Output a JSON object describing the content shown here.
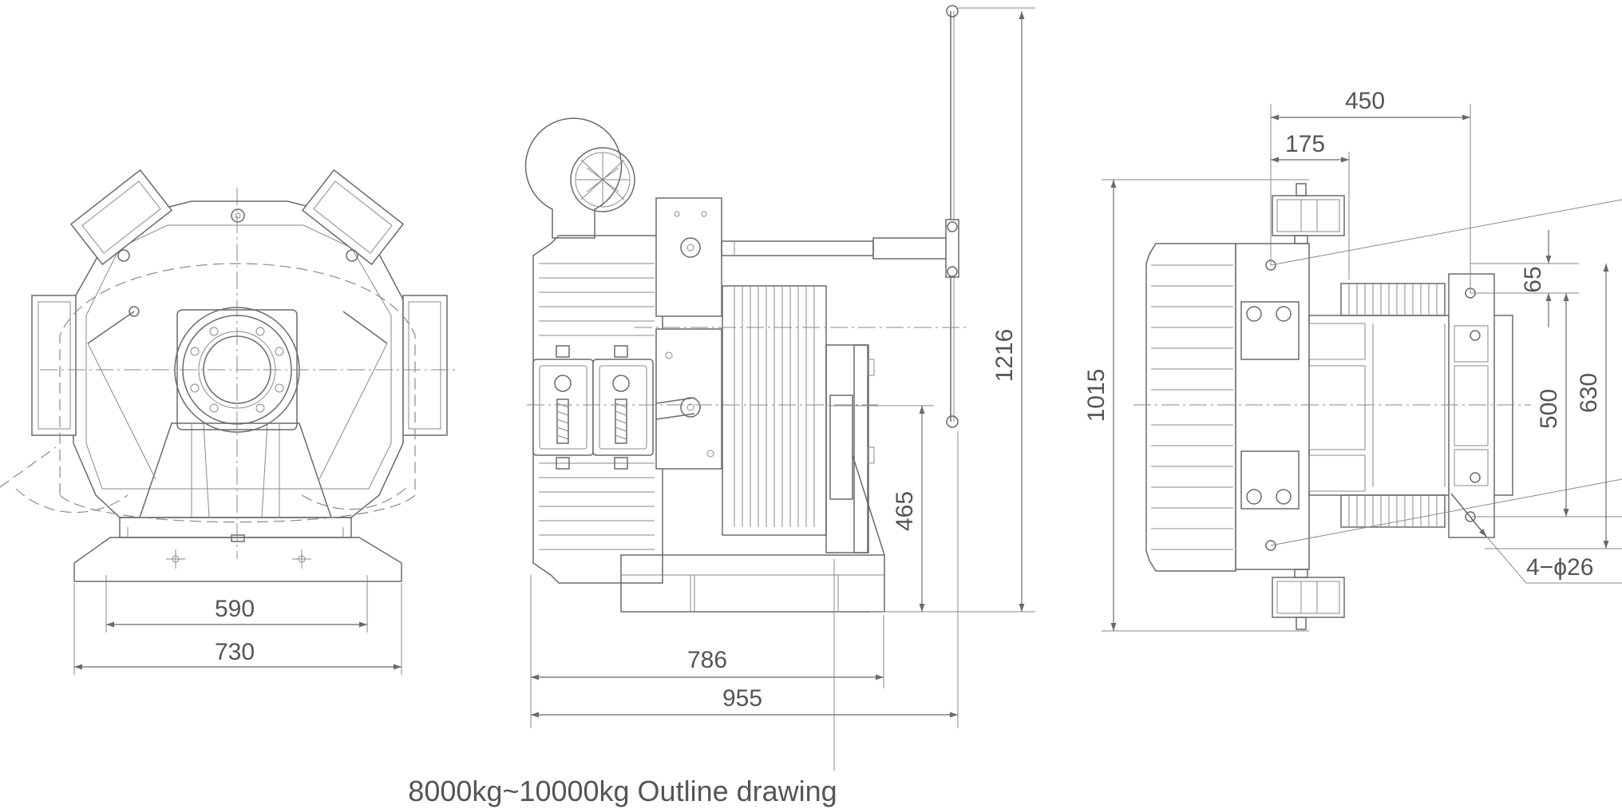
{
  "caption": "8000kg~10000kg Outline drawing",
  "views": {
    "front": {
      "dimensions": {
        "inner_width": "590",
        "outer_width": "730"
      }
    },
    "side": {
      "dimensions": {
        "length_786": "786",
        "length_955": "955",
        "height_465": "465",
        "height_1216": "1216"
      }
    },
    "top": {
      "dimensions": {
        "width_450": "450",
        "width_175": "175",
        "height_1015": "1015",
        "offset_65": "65",
        "span_500": "500",
        "span_630": "630",
        "holes": "4−ϕ26"
      }
    }
  }
}
